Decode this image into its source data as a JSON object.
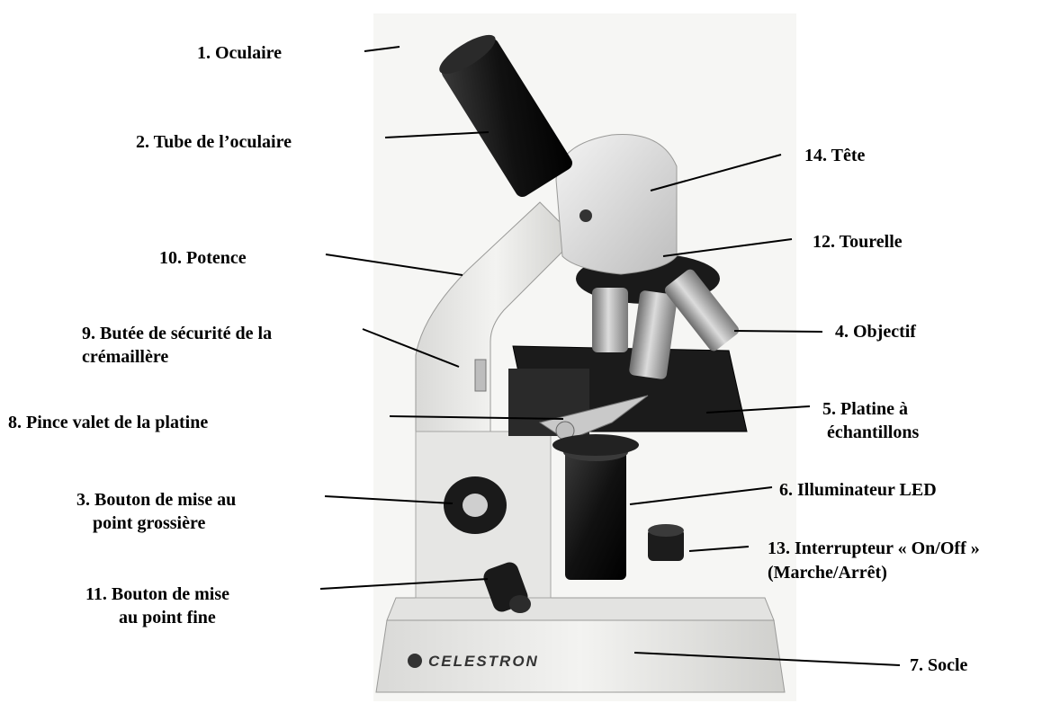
{
  "labels": {
    "oculaire": "1. Oculaire",
    "tube": "2. Tube de l’oculaire",
    "potence": "10. Potence",
    "butee_1": "9. Butée de sécurité de la",
    "butee_2": "crémaillère",
    "pince": "8. Pince valet de la platine",
    "grossiere_1": "3. Bouton de mise au",
    "grossiere_2": "point grossière",
    "fine_1": "11. Bouton de mise",
    "fine_2": "au point fine",
    "tete": "14. Tête",
    "tourelle": "12. Tourelle",
    "objectif": "4. Objectif",
    "platine_1": "5. Platine à",
    "platine_2": "échantillons",
    "illuminateur": "6. Illuminateur LED",
    "interrupteur_1": "13. Interrupteur « On/Off »",
    "interrupteur_2": "(Marche/Arrêt)",
    "socle": "7. Socle"
  },
  "brand": "CELESTRON"
}
